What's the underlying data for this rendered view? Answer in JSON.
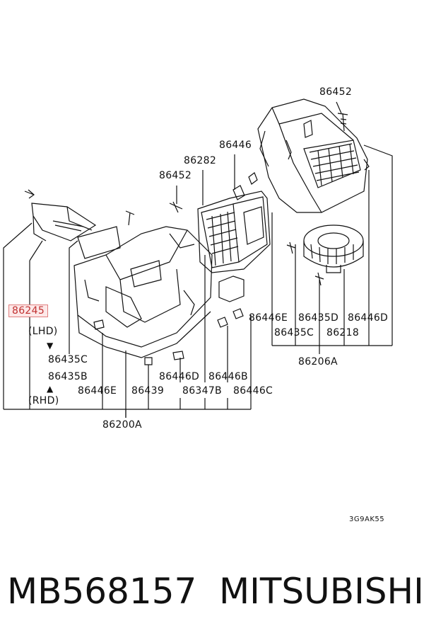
{
  "labels": {
    "l86452_top": "86452",
    "l86446": "86446",
    "l86282": "86282",
    "l86452_mid": "86452",
    "l86245": "86245",
    "lhd": "(LHD)",
    "l86435C_left": "86435C",
    "l86435B": "86435B",
    "rhd": "(RHD)",
    "l86446E_left": "86446E",
    "l86439": "86439",
    "l86446D_mid": "86446D",
    "l86347B": "86347B",
    "l86446B": "86446B",
    "l86446C": "86446C",
    "l86200A": "86200A",
    "l86446E_right": "86446E",
    "l86435D": "86435D",
    "l86446D_right": "86446D",
    "l86435C_right": "86435C",
    "l86218": "86218",
    "l86206A": "86206A",
    "code": "3G9AK55"
  },
  "footer": {
    "part_number": "MB568157",
    "brand": "MITSUBISHI"
  },
  "colors": {
    "line": "#111111",
    "highlight_border": "#e08080",
    "highlight_fill": "#fde8e8",
    "highlight_text": "#c03030"
  }
}
